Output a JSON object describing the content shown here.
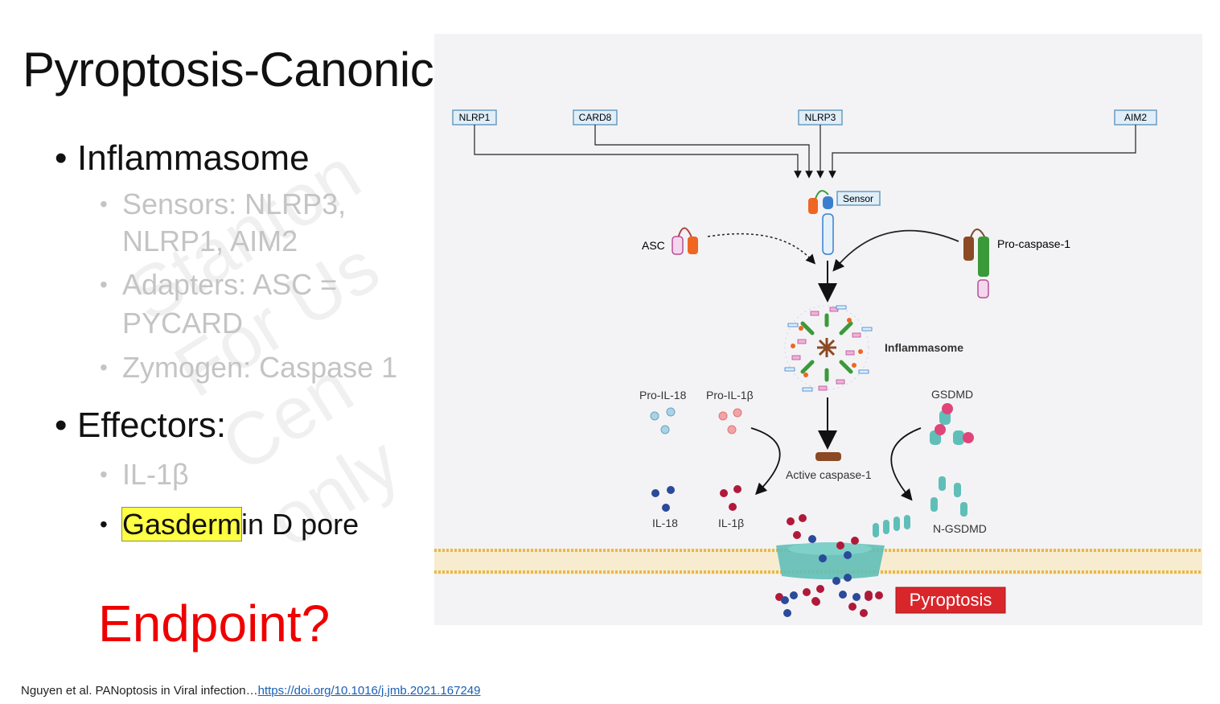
{
  "title": "Pyroptosis-Canonical",
  "bullets": {
    "inflammasome": "Inflammasome",
    "sensors_line1": "Sensors: NLRP3,",
    "sensors_line2": "NLRP1, AIM2",
    "adapters_line1": "Adapters: ASC =",
    "adapters_line2": "PYCARD",
    "zymogen": "Zymogen: Caspase 1",
    "effectors": "Effectors:",
    "il1b": "IL-1β",
    "gasdermin_highlight": "Gasderm",
    "gasdermin_rest": "in D pore"
  },
  "endpoint": "Endpoint?",
  "watermark": "Stanton\nFor Us\nCen\nonly",
  "citation": {
    "text": "Nguyen et al. PANoptosis in Viral infection…",
    "link": "https://doi.org/10.1016/j.jmb.2021.167249 "
  },
  "diagram": {
    "nlrp1": "NLRP1",
    "card8": "CARD8",
    "nlrp3": "NLRP3",
    "aim2": "AIM2",
    "sensor": "Sensor",
    "asc": "ASC",
    "pro_caspase": "Pro-caspase-1",
    "inflammasome": "Inflammasome",
    "pro_il18": "Pro-IL-18",
    "pro_il1b": "Pro-IL-1β",
    "gsdmd": "GSDMD",
    "active_caspase": "Active caspase-1",
    "il18": "IL-18",
    "il1b": "IL-1β",
    "n_gsdmd": "N-GSDMD",
    "pyroptosis": "Pyroptosis"
  },
  "colors": {
    "endpoint": "#ee0000",
    "highlight": "#ffff44",
    "pyroptosis_box": "#d9262b",
    "membrane": "#e8b84a",
    "pore": "#5fbfb8"
  }
}
